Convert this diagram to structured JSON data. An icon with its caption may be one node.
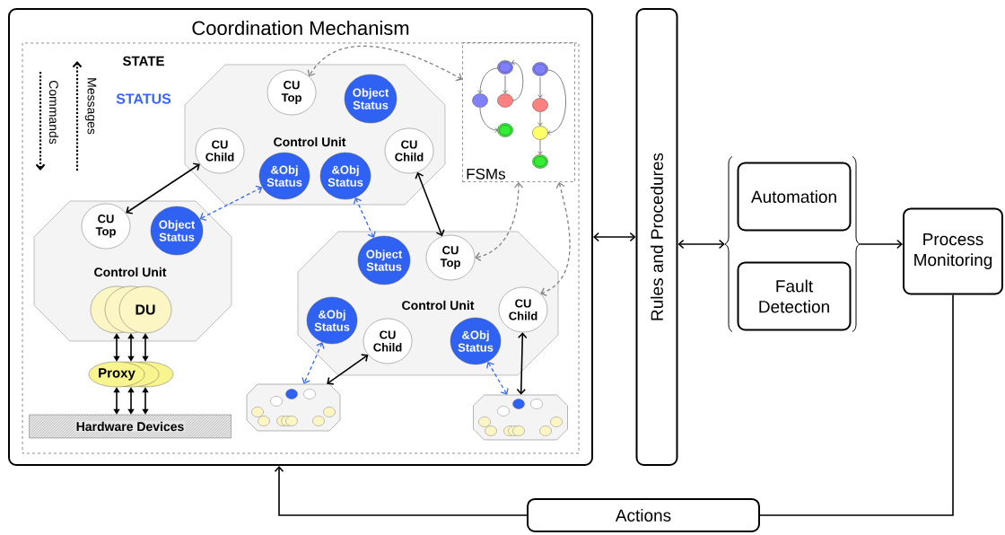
{
  "diagram": {
    "nodes": [
      {
        "text": [
          "Coordination Mechanism"
        ]
      },
      {
        "text": [
          "Control Unit"
        ],
        "in": 0
      },
      {
        "text": [
          "CU Top"
        ],
        "in": 1
      },
      {
        "text": [
          "Object Status"
        ],
        "in": 1
      },
      {
        "text": [
          "CU Child"
        ],
        "in": 1
      },
      {
        "text": [
          "&Obj Status"
        ],
        "in": 1
      },
      {
        "text": [
          "&Obj Status"
        ],
        "in": 1
      },
      {
        "text": [
          "CU Child"
        ],
        "in": 1
      },
      {
        "text": [
          "FSMs"
        ],
        "in": 0
      },
      {
        "text": [
          "Control Unit"
        ],
        "in": 0
      },
      {
        "text": [
          "CU Top"
        ],
        "in": 9
      },
      {
        "text": [
          "Object Status"
        ],
        "in": 9
      },
      {
        "text": [
          "DU"
        ],
        "in": 9
      },
      {
        "text": [
          "Control Unit"
        ],
        "in": 0
      },
      {
        "text": [
          "Object Status"
        ],
        "in": 13
      },
      {
        "text": [
          "CU Top"
        ],
        "in": 13
      },
      {
        "text": [
          "&Obj Status"
        ],
        "in": 13
      },
      {
        "text": [
          "CU Child"
        ],
        "in": 13
      },
      {
        "text": [
          "&Obj Status"
        ],
        "in": 13
      },
      {
        "text": [
          "CU Child"
        ],
        "in": 13
      },
      {
        "text": [
          "Proxy"
        ],
        "in": 0
      },
      {
        "text": [
          "Hardware Devices"
        ],
        "in": 0
      },
      {
        "text": [],
        "shape": "octagon",
        "in": 0
      },
      {
        "text": [],
        "shape": "octagon",
        "in": 0
      },
      {
        "text": [
          "Rules and Procedures"
        ]
      },
      {
        "text": [],
        "shape": "brace"
      },
      {
        "text": [
          "Automation"
        ],
        "in": 25
      },
      {
        "text": [
          "Fault Detection"
        ],
        "in": 25
      },
      {
        "text": [
          "Process Monitoring"
        ]
      },
      {
        "text": [
          "Actions"
        ]
      }
    ],
    "edges": [
      {
        "from": 4,
        "to": 10,
        "arrow": "both"
      },
      {
        "from": 5,
        "to": 11,
        "arrow": "both",
        "style": "dashed",
        "color": "#3366ff"
      },
      {
        "from": 7,
        "to": 15,
        "arrow": "both"
      },
      {
        "from": 6,
        "to": 14,
        "arrow": "both",
        "style": "dashed",
        "color": "#3366ff"
      },
      {
        "from": 8,
        "to": 2,
        "arrow": "both",
        "style": "dashed",
        "color": "#808080"
      },
      {
        "from": 8,
        "to": 15,
        "arrow": "both",
        "style": "dashed",
        "color": "#808080"
      },
      {
        "from": 8,
        "to": 19,
        "arrow": "both",
        "style": "dashed",
        "color": "#808080"
      },
      {
        "from": 16,
        "to": 22,
        "arrow": "both",
        "style": "dashed",
        "color": "#3366ff"
      },
      {
        "from": 17,
        "to": 22,
        "arrow": "both"
      },
      {
        "from": 18,
        "to": 23,
        "arrow": "both",
        "style": "dashed",
        "color": "#3366ff"
      },
      {
        "from": 19,
        "to": 23,
        "arrow": "both"
      },
      {
        "from": 12,
        "to": 20,
        "arrow": "both"
      },
      {
        "from": 12,
        "to": 20,
        "arrow": "both"
      },
      {
        "from": 12,
        "to": 20,
        "arrow": "both"
      },
      {
        "from": 20,
        "to": 21,
        "arrow": "both"
      },
      {
        "from": 20,
        "to": 21,
        "arrow": "both"
      },
      {
        "from": 20,
        "to": 21,
        "arrow": "both"
      },
      {
        "from": 0,
        "to": 24,
        "arrow": "both"
      },
      {
        "from": 24,
        "to": 25,
        "arrow": "both"
      },
      {
        "from": 25,
        "to": 28,
        "arrow": "to"
      },
      {
        "from": 28,
        "to": 29,
        "arrow": "none"
      },
      {
        "from": 29,
        "to": 0,
        "arrow": "to"
      }
    ],
    "labels": [
      "STATE",
      "STATUS",
      "Commands",
      "Messages"
    ]
  }
}
